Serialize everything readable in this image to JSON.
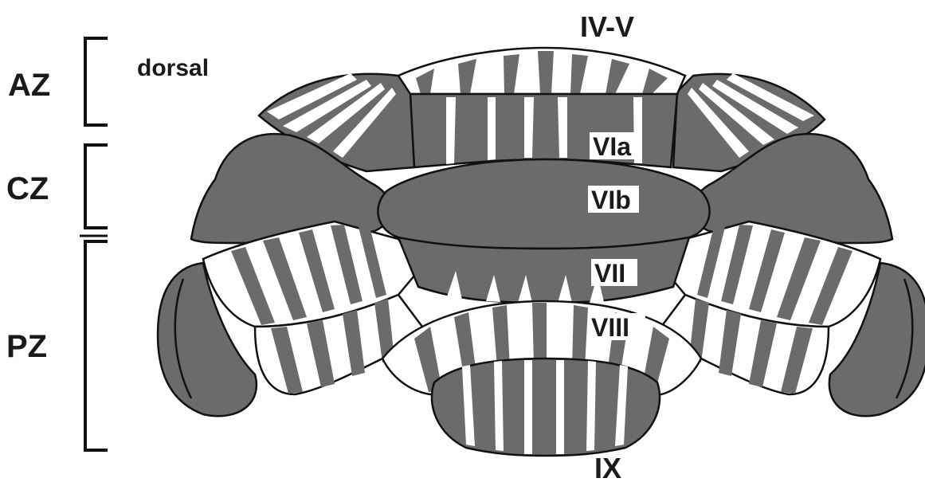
{
  "diagram": {
    "zones": [
      {
        "id": "az",
        "label": "AZ"
      },
      {
        "id": "cz",
        "label": "CZ"
      },
      {
        "id": "pz",
        "label": "PZ"
      }
    ],
    "orientation_label": "dorsal",
    "lobules": {
      "top": "IV-V",
      "via": "VIa",
      "vib": "VIb",
      "vii": "VII",
      "viii": "VIII",
      "bottom": "IX"
    },
    "colors": {
      "stained": "#6b6b6b",
      "unstained": "#ffffff",
      "outline": "#111111"
    }
  }
}
